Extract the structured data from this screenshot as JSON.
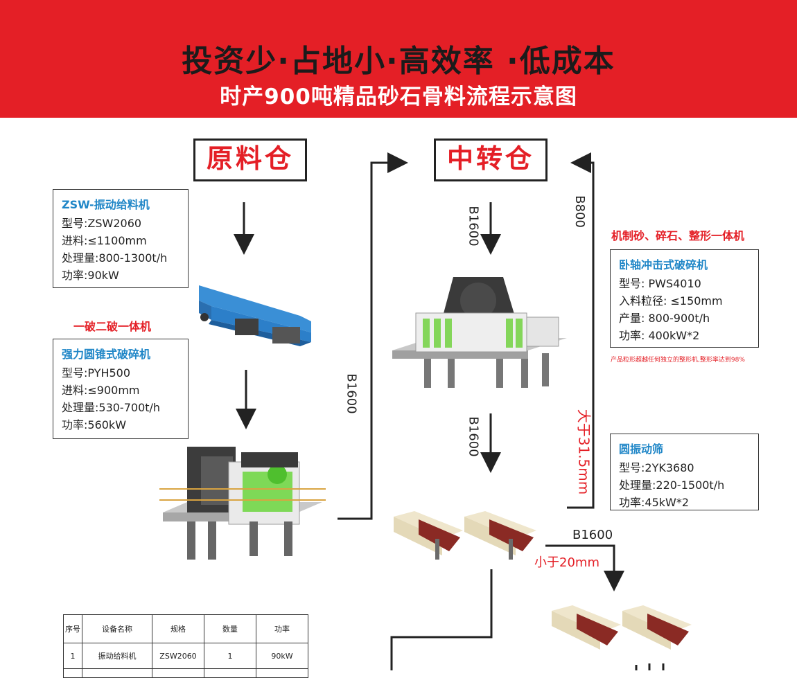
{
  "header": {
    "title": "投资少·占地小·高效率 ·低成本",
    "subtitle": "时产900吨精品砂石骨料流程示意图"
  },
  "bins": {
    "raw": "原料仓",
    "transfer": "中转仓"
  },
  "feeder": {
    "title": "ZSW-振动给料机",
    "lines": [
      "型号:ZSW2060",
      "进料:≤1100mm",
      "处理量:800-1300t/h",
      "功率:90kW"
    ]
  },
  "cone_tag": "一破二破一体机",
  "cone": {
    "title": "强力圆锥式破碎机",
    "lines": [
      "型号:PYH500",
      "进料:≤900mm",
      "处理量:530-700t/h",
      "功率:560kW"
    ]
  },
  "impact_tag": "机制砂、碎石、整形一体机",
  "impact": {
    "title": "卧轴冲击式破碎机",
    "lines": [
      "型号: PWS4010",
      "入料粒径: ≤150mm",
      "产量: 800-900t/h",
      "功率: 400kW*2"
    ]
  },
  "impact_note": "产品粒形超越任何独立的整形机,整形率达到98%",
  "screen": {
    "title": "圆振动筛",
    "lines": [
      "型号:2YK3680",
      "处理量:220-1500t/h",
      "功率:45kW*2"
    ]
  },
  "belts": {
    "b1600_left": "B1600",
    "b1600_top": "B1600",
    "b1600_mid": "B1600",
    "b800": "B800",
    "b1600_right": "B1600"
  },
  "size_labels": {
    "greater": "大于31.5mm",
    "less": "小于20mm"
  },
  "table": {
    "headers": [
      "序号",
      "设备名称",
      "规格",
      "数量",
      "功率"
    ],
    "rows": [
      [
        "1",
        "振动给料机",
        "ZSW2060",
        "1",
        "90kW"
      ]
    ]
  },
  "colors": {
    "brand_red": "#e41f26",
    "spec_title_blue": "#1f86c7"
  }
}
